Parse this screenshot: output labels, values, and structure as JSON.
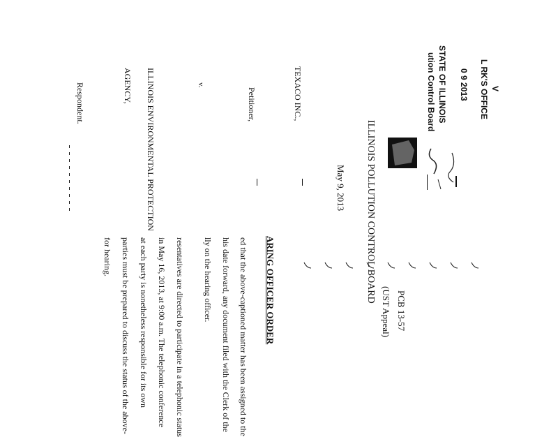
{
  "stamp": {
    "mark": "V",
    "office": "L RK'S OFFICE",
    "date": "0 9 2013",
    "state": "STATE OF ILLINOIS",
    "board": "ution Control Board"
  },
  "board_title": "ILLINOIS POLLUTION CONTROL BOARD",
  "date": "May 9, 2013",
  "case": {
    "number": "PCB 13-57",
    "type": "(UST Appeal)"
  },
  "caption": {
    "petitioner_name": "TEXACO INC.,",
    "petitioner_role": "Petitioner,",
    "versus": "v.",
    "respondent_name": "ILLINOIS ENVIRONMENTAL PROTECTION",
    "respondent_name2": "AGENCY,",
    "respondent_role": "Respondent."
  },
  "order_heading": "ARING OFFICER ORDER",
  "body": [
    "ed that the above-captioned matter has been assigned to the",
    "his date forward, any document filed with the Clerk of the",
    "lly on the hearing officer.",
    "",
    "resentatives are directed to participate in a telephonic status",
    "in May 16, 2013, at 9:00 a.m.  The telephonic conference",
    "at each party is nonetheless responsible for its own",
    "parties must be prepared to discuss the status of the above-",
    "for hearing."
  ]
}
